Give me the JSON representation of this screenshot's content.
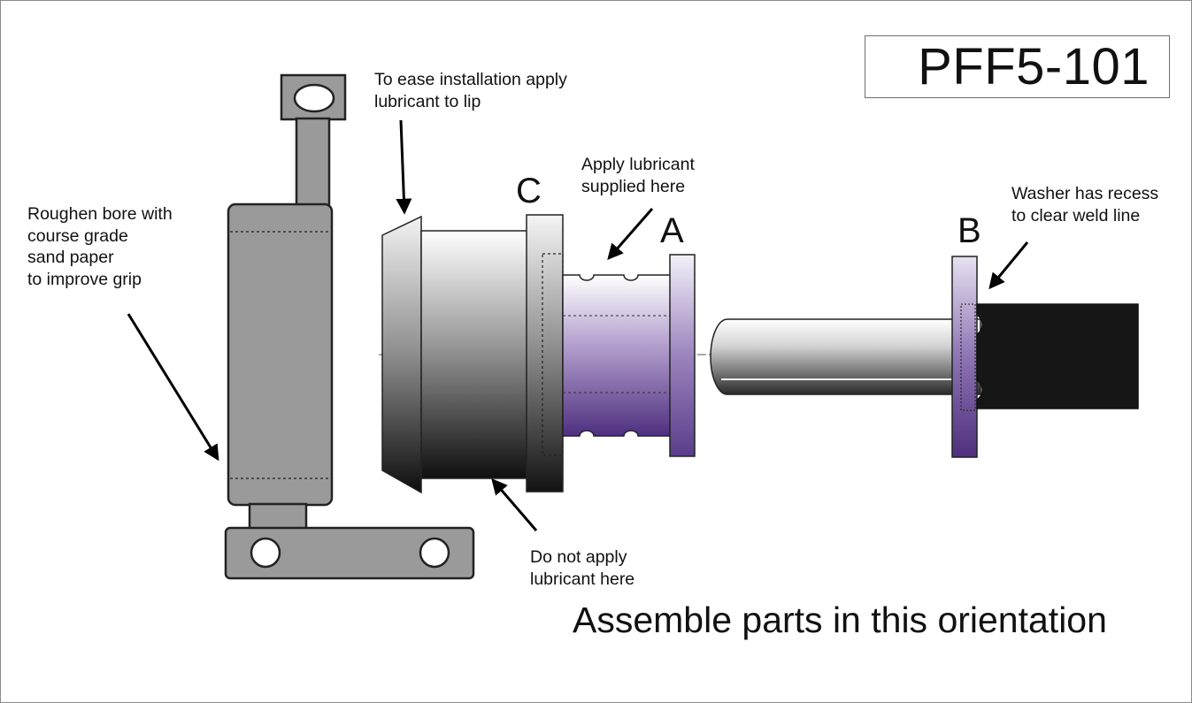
{
  "part_code": "PFF5-101",
  "notes": {
    "lip": "To ease installation apply\nlubricant to lip",
    "supplied": "Apply lubricant\nsupplied here",
    "washer": "Washer has recess\nto clear weld line",
    "bore": "Roughen bore with\ncourse grade\nsand paper\nto improve grip",
    "no_lube": "Do not apply\nlubricant here"
  },
  "labels": {
    "a": "A",
    "b": "B",
    "c": "C"
  },
  "caption": "Assemble parts in this orientation",
  "colors": {
    "purple": "#5a3d8a",
    "dark_part": "#1a1a1a",
    "outline": "#222222",
    "eye_grey": "#9a9a9a"
  }
}
